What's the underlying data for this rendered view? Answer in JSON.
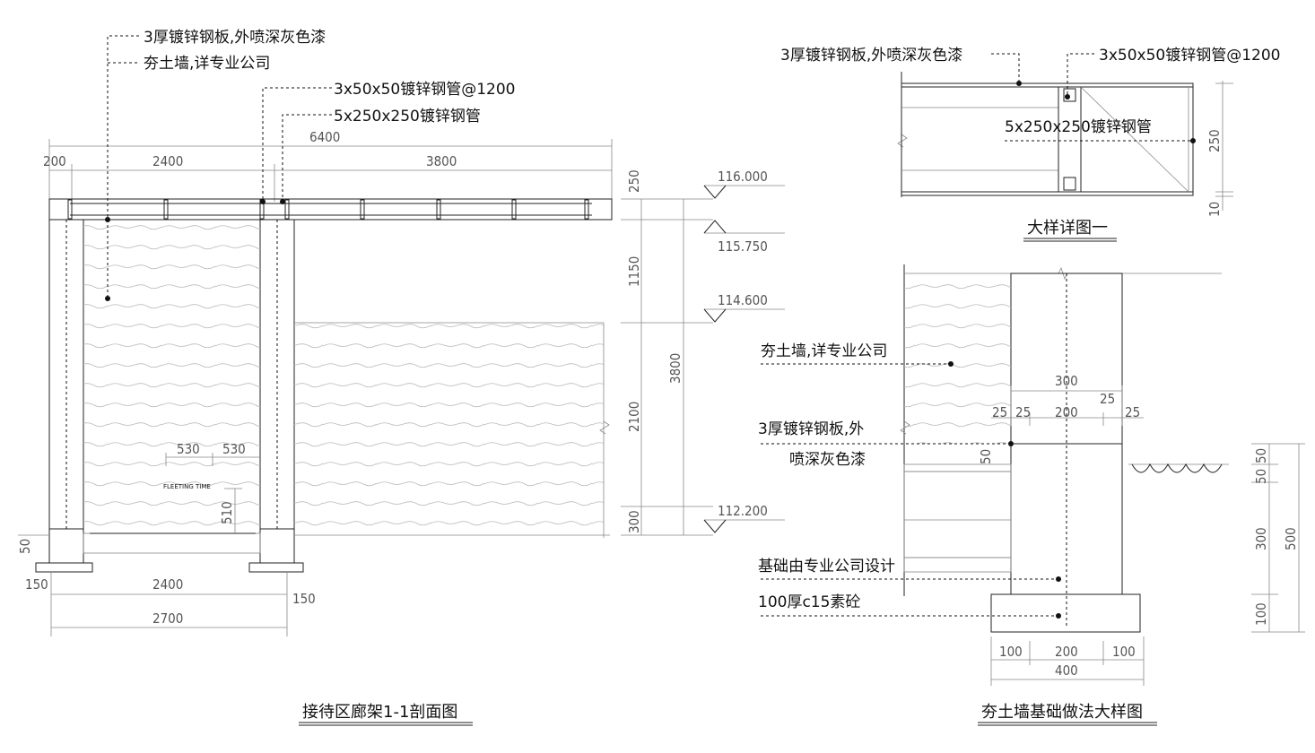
{
  "section_1_1": {
    "title": "接待区廊架1-1剖面图",
    "notes": [
      "3厚镀锌钢板,外喷深灰色漆",
      "夯土墙,详专业公司",
      "3x50x50镀锌钢管@1200",
      "5x250x250镀锌钢管"
    ],
    "dims_top": [
      "6400",
      "200",
      "2400",
      "3800"
    ],
    "dims_bottom": [
      "2400",
      "2700",
      "150",
      "150",
      "50"
    ],
    "dims_inner": [
      "530",
      "530",
      "510"
    ],
    "small_text": "FLEETING TIME",
    "dims_right": [
      "250",
      "1150",
      "2100",
      "300",
      "3800"
    ],
    "elevations": [
      "116.000",
      "115.750",
      "114.600",
      "112.200"
    ]
  },
  "detail_1": {
    "title": "大样详图一",
    "notes": [
      "3厚镀锌钢板,外喷深灰色漆",
      "3x50x50镀锌钢管@1200",
      "5x250x250镀锌钢管"
    ],
    "dims": [
      "250",
      "10"
    ]
  },
  "foundation": {
    "title": "夯土墙基础做法大样图",
    "notes": [
      "夯土墙,详专业公司",
      "3厚镀锌钢板,外",
      "喷深灰色漆",
      "基础由专业公司设计",
      "100厚c15素砼"
    ],
    "dims_top": [
      "300",
      "25",
      "25",
      "25",
      "200",
      "25"
    ],
    "dims_bottom": [
      "100",
      "200",
      "100",
      "400"
    ],
    "dims_right": [
      "50",
      "50",
      "300",
      "100",
      "500"
    ]
  }
}
